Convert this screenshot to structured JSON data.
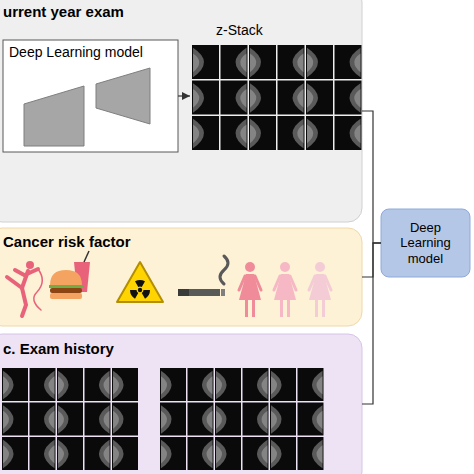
{
  "diagram": {
    "nodes": [
      {
        "text": [
          "urrent year exam"
        ]
      },
      {
        "text": [
          "Deep Learning model"
        ],
        "in": 0
      },
      {
        "text": [
          "z-Stack"
        ],
        "in": 0
      },
      {
        "text": [
          "Cancer risk factor"
        ]
      },
      {
        "text": [
          "c. Exam history"
        ]
      },
      {
        "text": [
          "Deep Learning model"
        ]
      }
    ],
    "edges": [
      {
        "from": 1,
        "to": 2,
        "arrow": "to"
      },
      {
        "from": 0,
        "to": 5,
        "arrow": "none"
      },
      {
        "from": 3,
        "to": 5,
        "arrow": "none"
      },
      {
        "from": 4,
        "to": 5,
        "arrow": "none"
      }
    ]
  }
}
